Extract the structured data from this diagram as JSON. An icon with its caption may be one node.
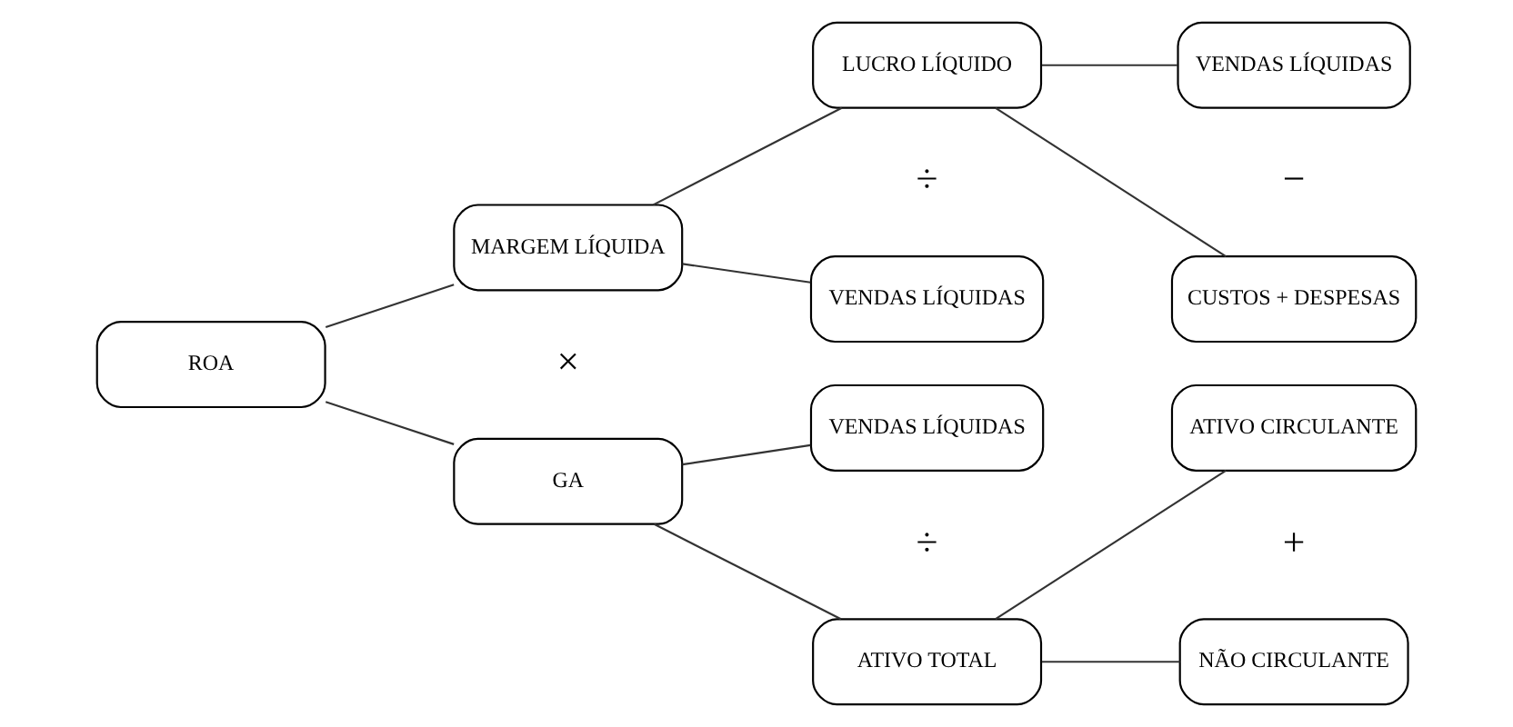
{
  "diagram": {
    "nodes": [
      {
        "text": [
          "ROA"
        ]
      },
      {
        "text": [
          "MARGEM LÍQUIDA"
        ]
      },
      {
        "text": [
          "GA"
        ]
      },
      {
        "text": [
          "LUCRO LÍQUIDO"
        ]
      },
      {
        "text": [
          "VENDAS LÍQUIDAS"
        ]
      },
      {
        "text": [
          "VENDAS LÍQUIDAS"
        ]
      },
      {
        "text": [
          "ATIVO TOTAL"
        ]
      },
      {
        "text": [
          "VENDAS LÍQUIDAS"
        ]
      },
      {
        "text": [
          "CUSTOS + DESPESAS"
        ]
      },
      {
        "text": [
          "ATIVO CIRCULANTE"
        ]
      },
      {
        "text": [
          "NÃO CIRCULANTE"
        ]
      }
    ],
    "edges": [
      {
        "from": 0,
        "to": 1,
        "arrow": "none"
      },
      {
        "from": 0,
        "to": 2,
        "arrow": "none"
      },
      {
        "from": 1,
        "to": 3,
        "arrow": "none"
      },
      {
        "from": 1,
        "to": 4,
        "arrow": "none"
      },
      {
        "from": 2,
        "to": 5,
        "arrow": "none"
      },
      {
        "from": 2,
        "to": 6,
        "arrow": "none"
      },
      {
        "from": 3,
        "to": 7,
        "arrow": "none"
      },
      {
        "from": 3,
        "to": 8,
        "arrow": "none"
      },
      {
        "from": 6,
        "to": 9,
        "arrow": "none"
      },
      {
        "from": 6,
        "to": 10,
        "arrow": "none"
      }
    ],
    "labels": [
      "−",
      "÷",
      "×",
      "÷",
      "+"
    ]
  }
}
